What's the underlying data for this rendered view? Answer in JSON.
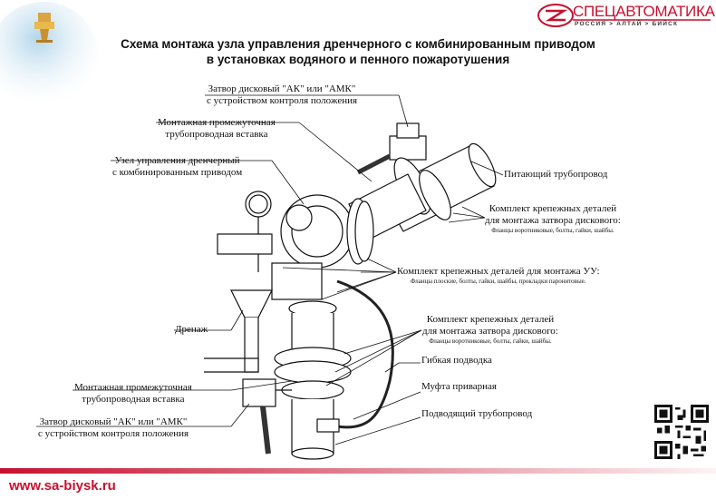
{
  "header": {
    "logo_text": "СПЕЦАВТОМАТИКА",
    "logo_subtitle": "РОССИЯ > АЛТАЙ > БИЙСК",
    "title_line1": "Схема монтажа узла управления дренчерного с комбинированным приводом",
    "title_line2": "в установках водяного и пенного пожаротушения"
  },
  "labels": {
    "valve_top_l1": "Затвор дисковый \"АК\" или \"АМК\"",
    "valve_top_l2": "с устройством контроля положения",
    "insert_top_l1": "Монтажная промежуточная",
    "insert_top_l2": "трубопроводная вставка",
    "unit_l1": "Узел управления дренчерный",
    "unit_l2": "с комбинированным приводом",
    "supply_pipe": "Питающий трубопровод",
    "kit_top_l1": "Комплект крепежных деталей",
    "kit_top_l2": "для монтажа затвора дискового:",
    "kit_top_note": "Фланцы воротниковые, болты, гайки, шайбы.",
    "kit_uu": "Комплект крепежных деталей для монтажа УУ:",
    "kit_uu_note": "Фланцы плоские, болты, гайки, шайбы, прокладки паронитовые.",
    "drain": "Дренаж",
    "kit_bottom_l1": "Комплект крепежных деталей",
    "kit_bottom_l2": "для монтажа затвора дискового:",
    "kit_bottom_note": "Фланцы воротниковые, болты, гайки, шайбы.",
    "flex_hose": "Гибкая подводка",
    "weld_coupling": "Муфта приварная",
    "feed_pipe": "Подводящий трубопровод",
    "insert_bottom_l1": "Монтажная промежуточная",
    "insert_bottom_l2": "трубопроводная вставка",
    "valve_bottom_l1": "Затвор дисковый \"АК\" или \"АМК\"",
    "valve_bottom_l2": "с устройством контроля положения"
  },
  "footer": {
    "url": "www.sa-biysk.ru"
  },
  "colors": {
    "brand_red": "#c8102e",
    "line": "#111111"
  }
}
